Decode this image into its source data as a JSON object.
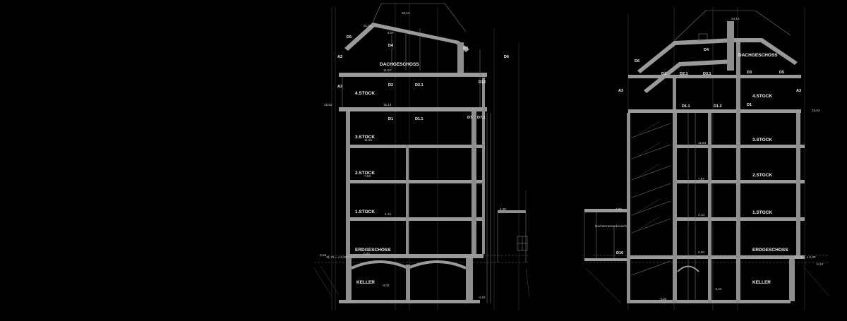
{
  "section_left": {
    "floor_labels": {
      "dach": "DACHGESCHOSS",
      "s4": "4.STOCK",
      "s3": "3.STOCK",
      "s2": "2.STOCK",
      "s1": "1.STOCK",
      "eg": "ERDGESCHOSS",
      "keller": "KELLER"
    },
    "tags": {
      "d5": "D5",
      "d4": "D4",
      "d3": "D3",
      "d2": "D2",
      "d21": "D2.1",
      "d12": "D12",
      "d7": "D7",
      "d71": "D7.1",
      "d1": "D1",
      "d11": "D1.1",
      "d6": "D6",
      "a3a": "A3",
      "a3b": "A3"
    },
    "dims": {
      "top": "26,12",
      "ridge": "21,09",
      "eave": "6,07",
      "d1": "11,51",
      "d2": "15,14",
      "d3": "11,55",
      "d4": "7,93",
      "d5": "4,13",
      "d6": "0,44",
      "d7": "-3,02",
      "d8": "-4,19",
      "d9": "4,30",
      "d10": "31,76 = ± 0,00",
      "d11": "15,62",
      "d12": "0,13"
    }
  },
  "section_right": {
    "floor_labels": {
      "dach": "DACHGESCHOSS",
      "s4": "4.STOCK",
      "s3": "3.STOCK",
      "s2": "2.STOCK",
      "s1": "1.STOCK",
      "eg": "ERDGESCHOSS",
      "keller": "KELLER"
    },
    "tags": {
      "d5": "D5",
      "d6": "D6",
      "d2": "D2",
      "d21": "D2.1",
      "d31": "D3.1",
      "d3": "D3",
      "d11": "D1.1",
      "d12": "D1.2",
      "d1": "D1",
      "d10": "D10",
      "a3a": "A3",
      "a3b": "A3",
      "d4": "D4"
    },
    "annex": "Dachterrassenbereich",
    "dims": {
      "top": "24,12",
      "d1": "11,63",
      "d2": "7,87",
      "d3": "4,13",
      "d4": "0,60",
      "d5": "-3,22",
      "d6": "-4,22",
      "d7": "4,30",
      "d8": "31,76 = ± 0,00",
      "d9": "0,13",
      "d10": "15,62"
    }
  }
}
